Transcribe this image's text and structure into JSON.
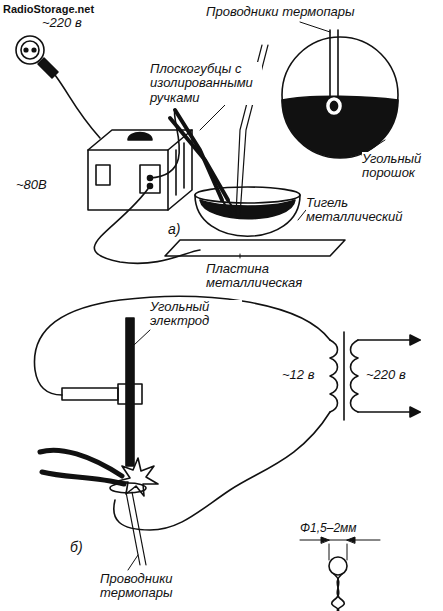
{
  "diagram": {
    "labels": [
      "RadioStorage.net",
      "~220 в",
      "Проводники термопары",
      "Плоскогубцы с изолированными ручками",
      "Угольный порошок",
      "~80В",
      "Тигель металлический",
      "а)",
      "Пластина металлическая",
      "Угольный электрод",
      "~12 в",
      "~220 в",
      "б)",
      "Φ1,5–2мм",
      "Проводники термопары"
    ]
  }
}
